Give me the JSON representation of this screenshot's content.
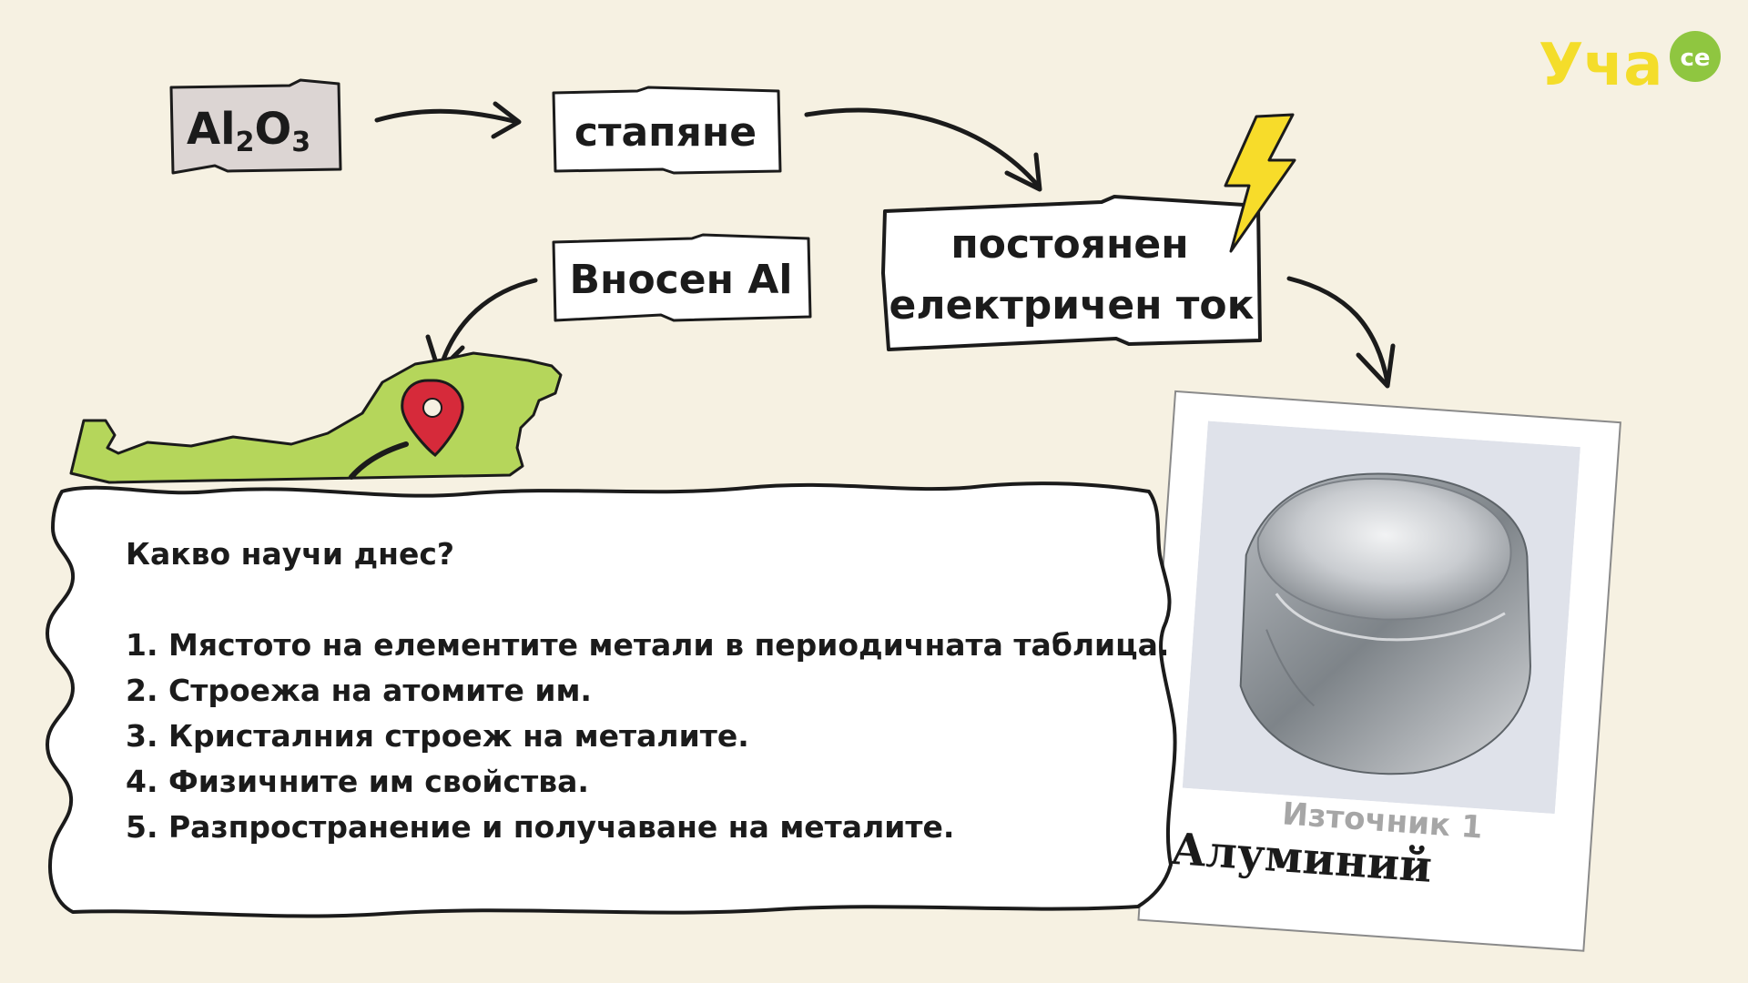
{
  "logo": {
    "brand": "Уча",
    "suffix": "се"
  },
  "flow": {
    "compound": {
      "base1": "Al",
      "sub1": "2",
      "base2": "O",
      "sub2": "3"
    },
    "melting": "стапяне",
    "current_line1": "постоянен",
    "current_line2": "електричен ток",
    "imported": "Вносен Al"
  },
  "summary": {
    "question": "Какво научи днес?",
    "items": [
      "1. Мястото на елементите метали в периодичната таблица.",
      "2. Строежа на атомите им.",
      "3. Кристалния строеж на металите.",
      "4. Физичните им свойства.",
      "5. Разпространение и получаване на металите."
    ]
  },
  "photo": {
    "source": "Източник 1",
    "caption": "Алуминий"
  },
  "colors": {
    "background": "#f6f1e2",
    "map_green": "#b5d65b",
    "pin_red": "#d62a3a",
    "bolt_yellow": "#f7dc2a",
    "logo_yellow": "#f4dd2a",
    "logo_green": "#8fc640",
    "compound_box": "#dcd5d3"
  }
}
